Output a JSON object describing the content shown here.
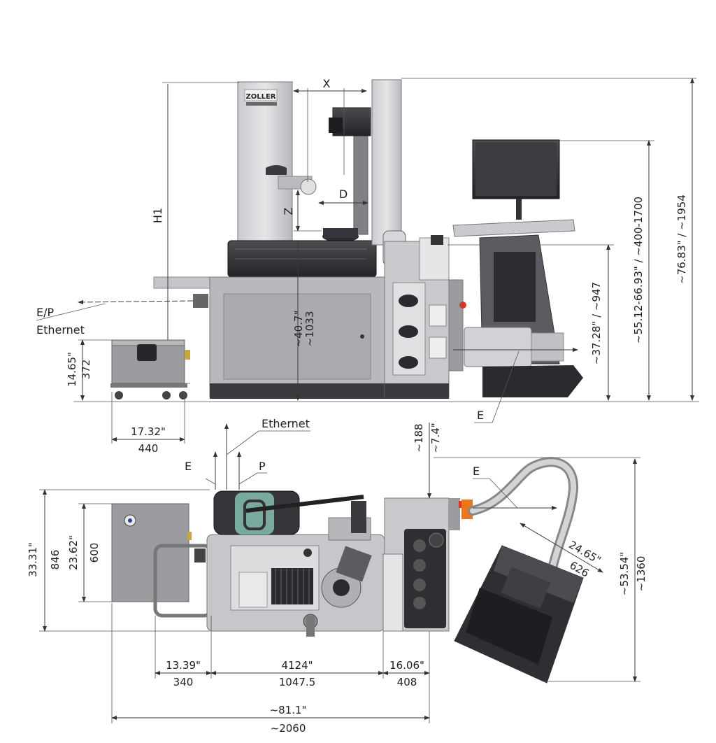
{
  "brand": {
    "logo_text": "ZOLLER"
  },
  "side_view": {
    "axis_labels": {
      "x": "X",
      "z": "Z",
      "d": "D",
      "h1": "H1"
    },
    "ports": {
      "ep": "E/P",
      "ethernet": "Ethernet",
      "e": "E"
    },
    "compressor_height": {
      "inch": "14.65\"",
      "mm": "372"
    },
    "compressor_width": {
      "inch": "17.32\"",
      "mm": "440"
    },
    "table_height": {
      "inch": "~40.7\"",
      "mm": "~1033"
    },
    "stand_table_height": "~37.28\" / ~947",
    "monitor_height": "~55.12-66.93\" / ~400-1700",
    "overall_height": "~76.83\" / ~1954"
  },
  "top_view": {
    "ports": {
      "ethernet": "Ethernet",
      "e": "E",
      "p": "P",
      "e_right": "E"
    },
    "offset": {
      "mm": "~188",
      "inch": "~7.4\""
    },
    "depth_total": {
      "inch": "33.31\"",
      "mm": "846"
    },
    "depth_compressor": {
      "inch": "23.62\"",
      "mm": "600"
    },
    "width_left": {
      "inch": "13.39\"",
      "mm": "340"
    },
    "width_mid": {
      "inch": "4124\"",
      "mm": "1047.5"
    },
    "width_right": {
      "inch": "16.06\"",
      "mm": "408"
    },
    "width_total": {
      "inch": "~81.1\"",
      "mm": "~2060"
    },
    "stand_diag": {
      "inch": "24.65\"",
      "mm": "626"
    },
    "stand_depth": {
      "inch": "~53.54\"",
      "mm": "~1360"
    }
  }
}
